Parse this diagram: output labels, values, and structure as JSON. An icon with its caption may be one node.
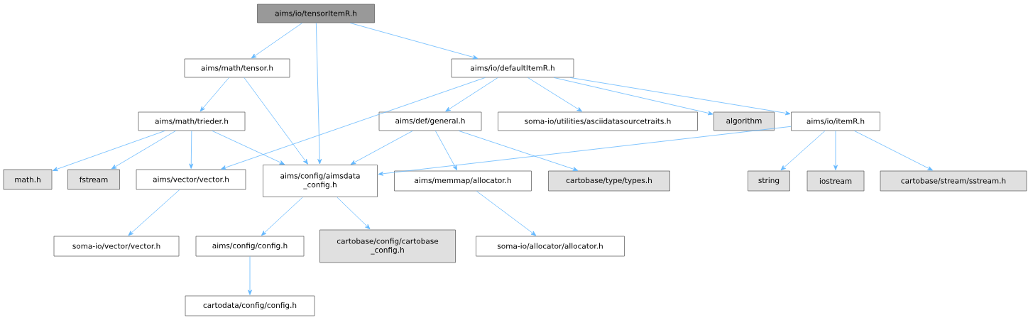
{
  "diagram": {
    "nodes": [
      {
        "text": [
          "aims/io/tensorItemR.h"
        ]
      },
      {
        "text": [
          "aims/math/tensor.h"
        ]
      },
      {
        "text": [
          "aims/io/defaultItemR.h"
        ]
      },
      {
        "text": [
          "aims/math/trieder.h"
        ]
      },
      {
        "text": [
          "aims/def/general.h"
        ]
      },
      {
        "text": [
          "soma-io/utilities/asciidatasourcetraits.h"
        ]
      },
      {
        "text": [
          "algorithm"
        ]
      },
      {
        "text": [
          "aims/io/itemR.h"
        ]
      },
      {
        "text": [
          "math.h"
        ]
      },
      {
        "text": [
          "fstream"
        ]
      },
      {
        "text": [
          "aims/vector/vector.h"
        ]
      },
      {
        "text": [
          "aims/config/aimsdata _config.h"
        ]
      },
      {
        "text": [
          "aims/memmap/allocator.h"
        ]
      },
      {
        "text": [
          "cartobase/type/types.h"
        ]
      },
      {
        "text": [
          "string"
        ]
      },
      {
        "text": [
          "iostream"
        ]
      },
      {
        "text": [
          "cartobase/stream/sstream.h"
        ]
      },
      {
        "text": [
          "soma-io/vector/vector.h"
        ]
      },
      {
        "text": [
          "aims/config/config.h"
        ]
      },
      {
        "text": [
          "cartobase/config/cartobase _config.h"
        ]
      },
      {
        "text": [
          "soma-io/allocator/allocator.h"
        ]
      },
      {
        "text": [
          "cartodata/config/config.h"
        ]
      }
    ],
    "edges": [
      {
        "from": 0,
        "to": 1,
        "arrow": "to"
      },
      {
        "from": 0,
        "to": 11,
        "arrow": "to"
      },
      {
        "from": 0,
        "to": 2,
        "arrow": "to"
      },
      {
        "from": 1,
        "to": 3,
        "arrow": "to"
      },
      {
        "from": 1,
        "to": 11,
        "arrow": "to"
      },
      {
        "from": 2,
        "to": 10,
        "arrow": "to"
      },
      {
        "from": 2,
        "to": 4,
        "arrow": "to"
      },
      {
        "from": 2,
        "to": 5,
        "arrow": "to"
      },
      {
        "from": 2,
        "to": 6,
        "arrow": "to"
      },
      {
        "from": 2,
        "to": 7,
        "arrow": "to"
      },
      {
        "from": 3,
        "to": 8,
        "arrow": "to"
      },
      {
        "from": 3,
        "to": 9,
        "arrow": "to"
      },
      {
        "from": 3,
        "to": 10,
        "arrow": "to"
      },
      {
        "from": 3,
        "to": 11,
        "arrow": "to"
      },
      {
        "from": 4,
        "to": 11,
        "arrow": "to"
      },
      {
        "from": 4,
        "to": 12,
        "arrow": "to"
      },
      {
        "from": 4,
        "to": 13,
        "arrow": "to"
      },
      {
        "from": 7,
        "to": 11,
        "arrow": "to"
      },
      {
        "from": 7,
        "to": 14,
        "arrow": "to"
      },
      {
        "from": 7,
        "to": 15,
        "arrow": "to"
      },
      {
        "from": 7,
        "to": 16,
        "arrow": "to"
      },
      {
        "from": 10,
        "to": 17,
        "arrow": "to"
      },
      {
        "from": 11,
        "to": 18,
        "arrow": "to"
      },
      {
        "from": 11,
        "to": 19,
        "arrow": "to"
      },
      {
        "from": 18,
        "to": 21,
        "arrow": "to"
      },
      {
        "from": 12,
        "to": 20,
        "arrow": "to"
      }
    ]
  }
}
